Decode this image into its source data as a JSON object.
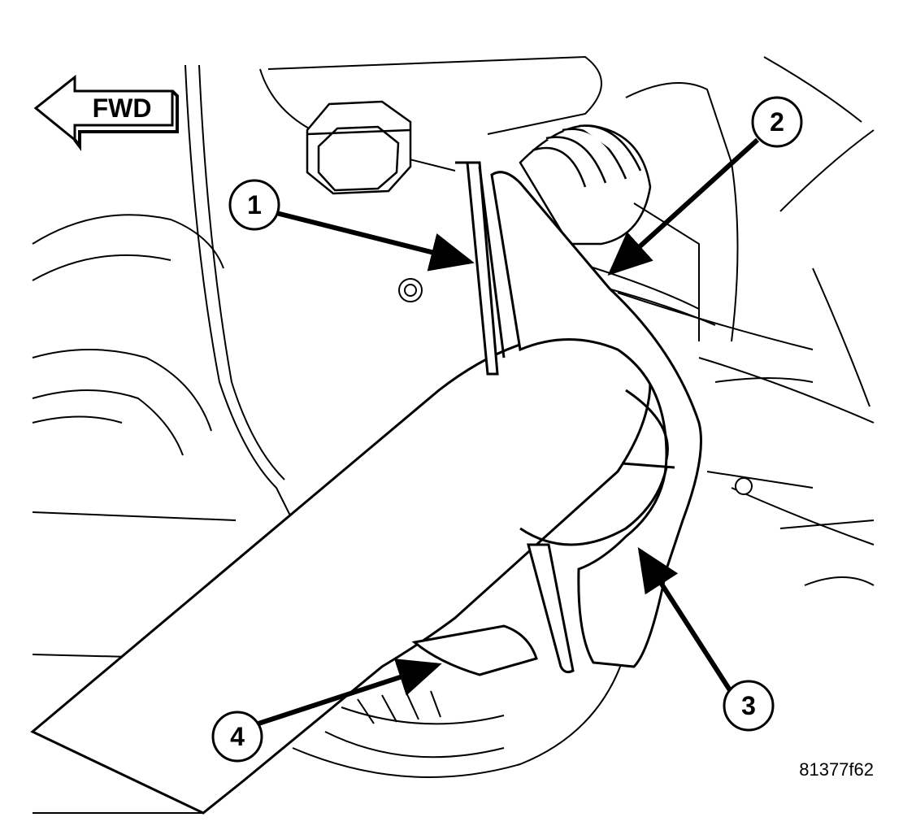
{
  "direction_indicator": {
    "label": "FWD"
  },
  "callouts": [
    {
      "number": "1"
    },
    {
      "number": "2"
    },
    {
      "number": "3"
    },
    {
      "number": "4"
    }
  ],
  "figure_id": "81377f62"
}
